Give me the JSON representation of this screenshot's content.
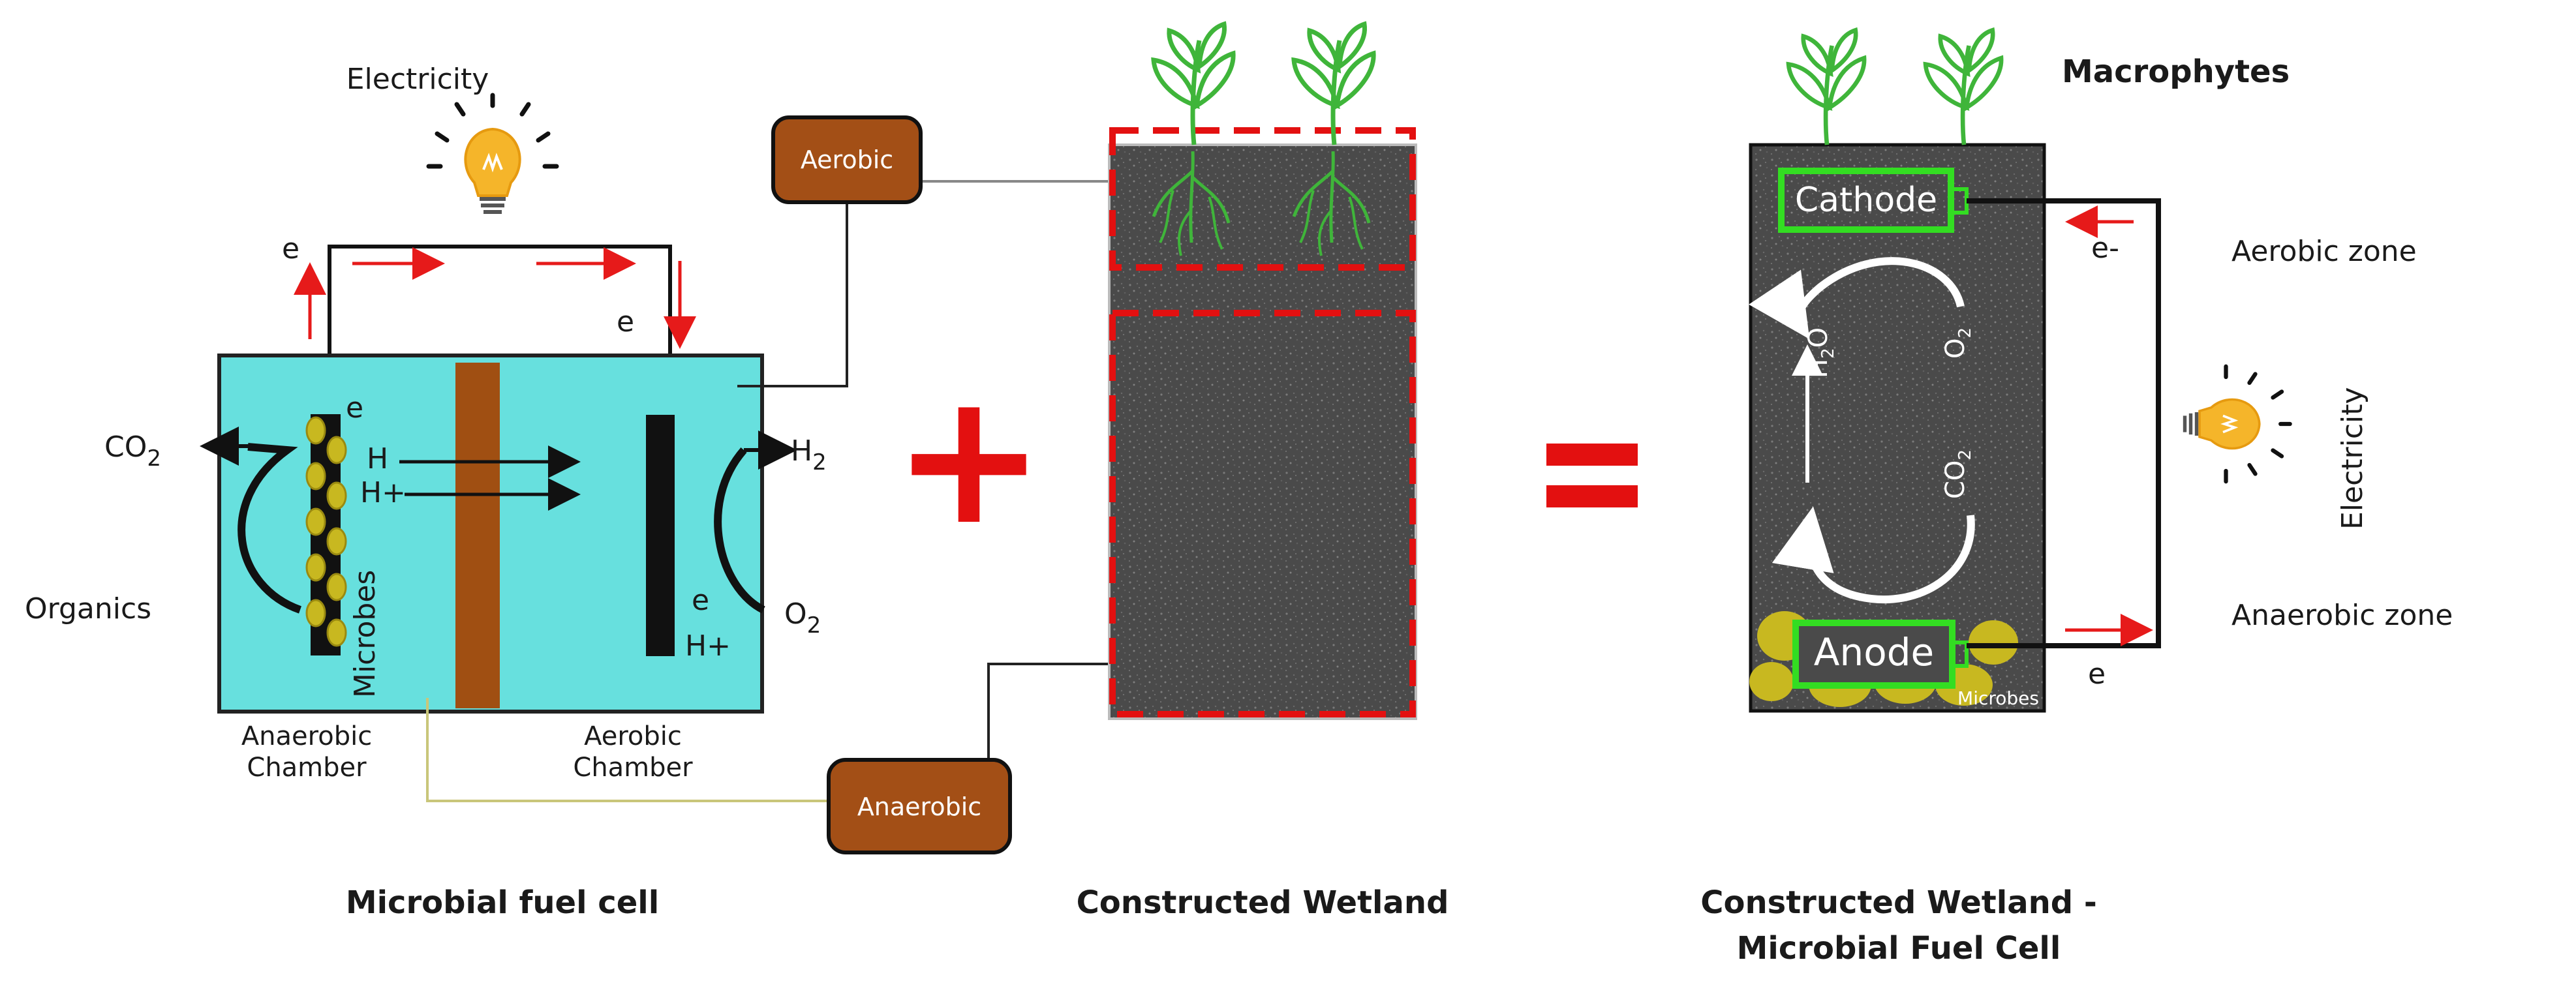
{
  "colors": {
    "chamber_fill": "#67e0de",
    "membrane": "#a04f12",
    "electrode": "#111111",
    "microbe": "#c8b820",
    "pill": "#a34f16",
    "soil": "#4a4a4a",
    "dashed": "#e31010",
    "plant": "#3fb53a",
    "cathode_box": "#33dd22",
    "arrow_red": "#e61a1a",
    "bulb": "#f5b52a"
  },
  "mfc": {
    "electricity": "Electricity",
    "e_left": "e",
    "e_right": "e",
    "e_anode": "e",
    "e_cathode": "e",
    "co2": "CO",
    "co2_sub": "2",
    "organics": "Organics",
    "h": "H",
    "h_plus": "H+",
    "h2": "H",
    "h2_sub": "2",
    "o2": "O",
    "o2_sub": "2",
    "h_plus_cathode": "H+",
    "microbes": "Microbes",
    "anaerobic_chamber_1": "Anaerobic",
    "anaerobic_chamber_2": "Chamber",
    "aerobic_chamber_1": "Aerobic",
    "aerobic_chamber_2": "Chamber",
    "caption": "Microbial fuel cell"
  },
  "pills": {
    "aerobic": "Aerobic",
    "anaerobic": "Anaerobic"
  },
  "operators": {
    "plus": "+",
    "equals": "="
  },
  "wetland": {
    "caption": "Constructed Wetland"
  },
  "cwmfc": {
    "macrophytes": "Macrophytes",
    "cathode": "Cathode",
    "anode": "Anode",
    "microbes": "Microbes",
    "h2o": "H",
    "h2o_sub": "2",
    "h2o_end": "O",
    "o2": "O",
    "o2_sub": "2",
    "co2": "CO",
    "co2_sub": "2",
    "e_minus": "e-",
    "e_bottom": "e",
    "aerobic_zone": "Aerobic zone",
    "anaerobic_zone": "Anaerobic zone",
    "electricity": "Electricity",
    "caption_line1": "Constructed Wetland -",
    "caption_line2": "Microbial Fuel Cell"
  }
}
